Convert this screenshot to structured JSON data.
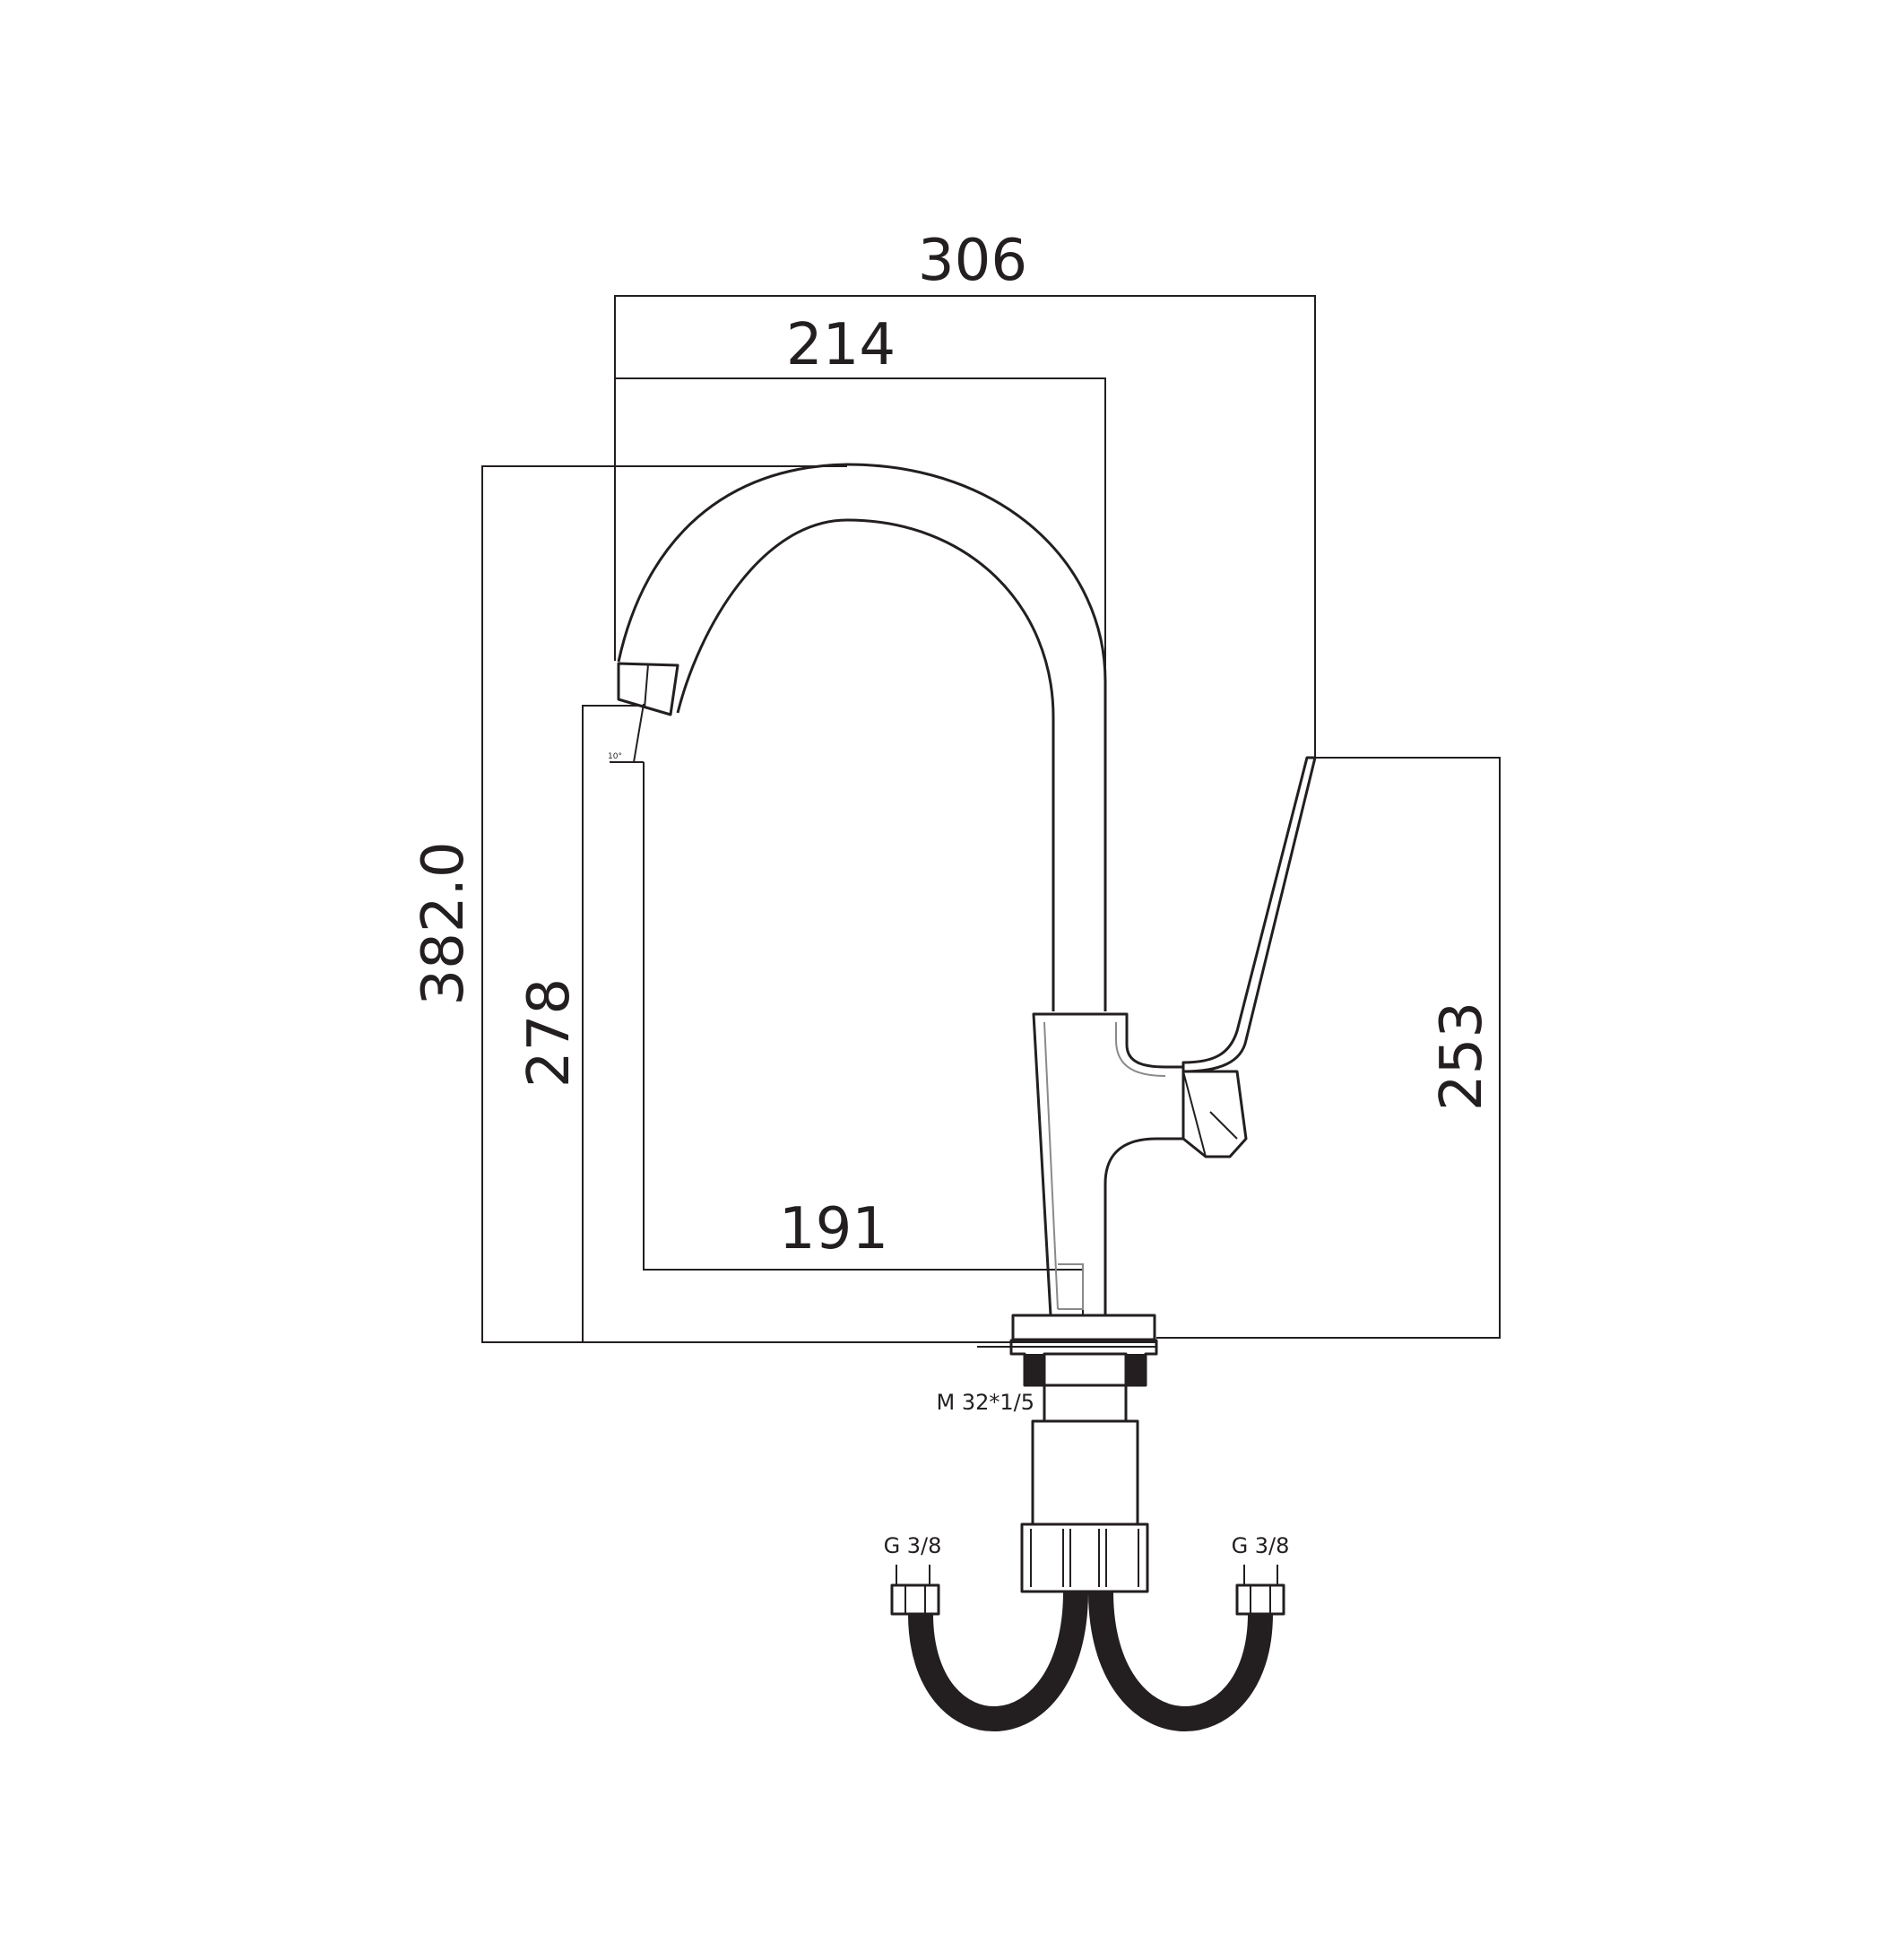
{
  "dimensions": {
    "total_width": "306",
    "spout_reach": "214",
    "total_height": "382.0",
    "spout_height": "278",
    "base_to_spout": "191",
    "handle_height": "253"
  },
  "labels": {
    "thread": "M 32*1/5",
    "inlet_left": "G 3/8",
    "inlet_right": "G 3/8",
    "spout_angle": "10°"
  },
  "colors": {
    "line": "#231f20",
    "hose": "#231f20",
    "highlight": "#8a8a8a"
  }
}
